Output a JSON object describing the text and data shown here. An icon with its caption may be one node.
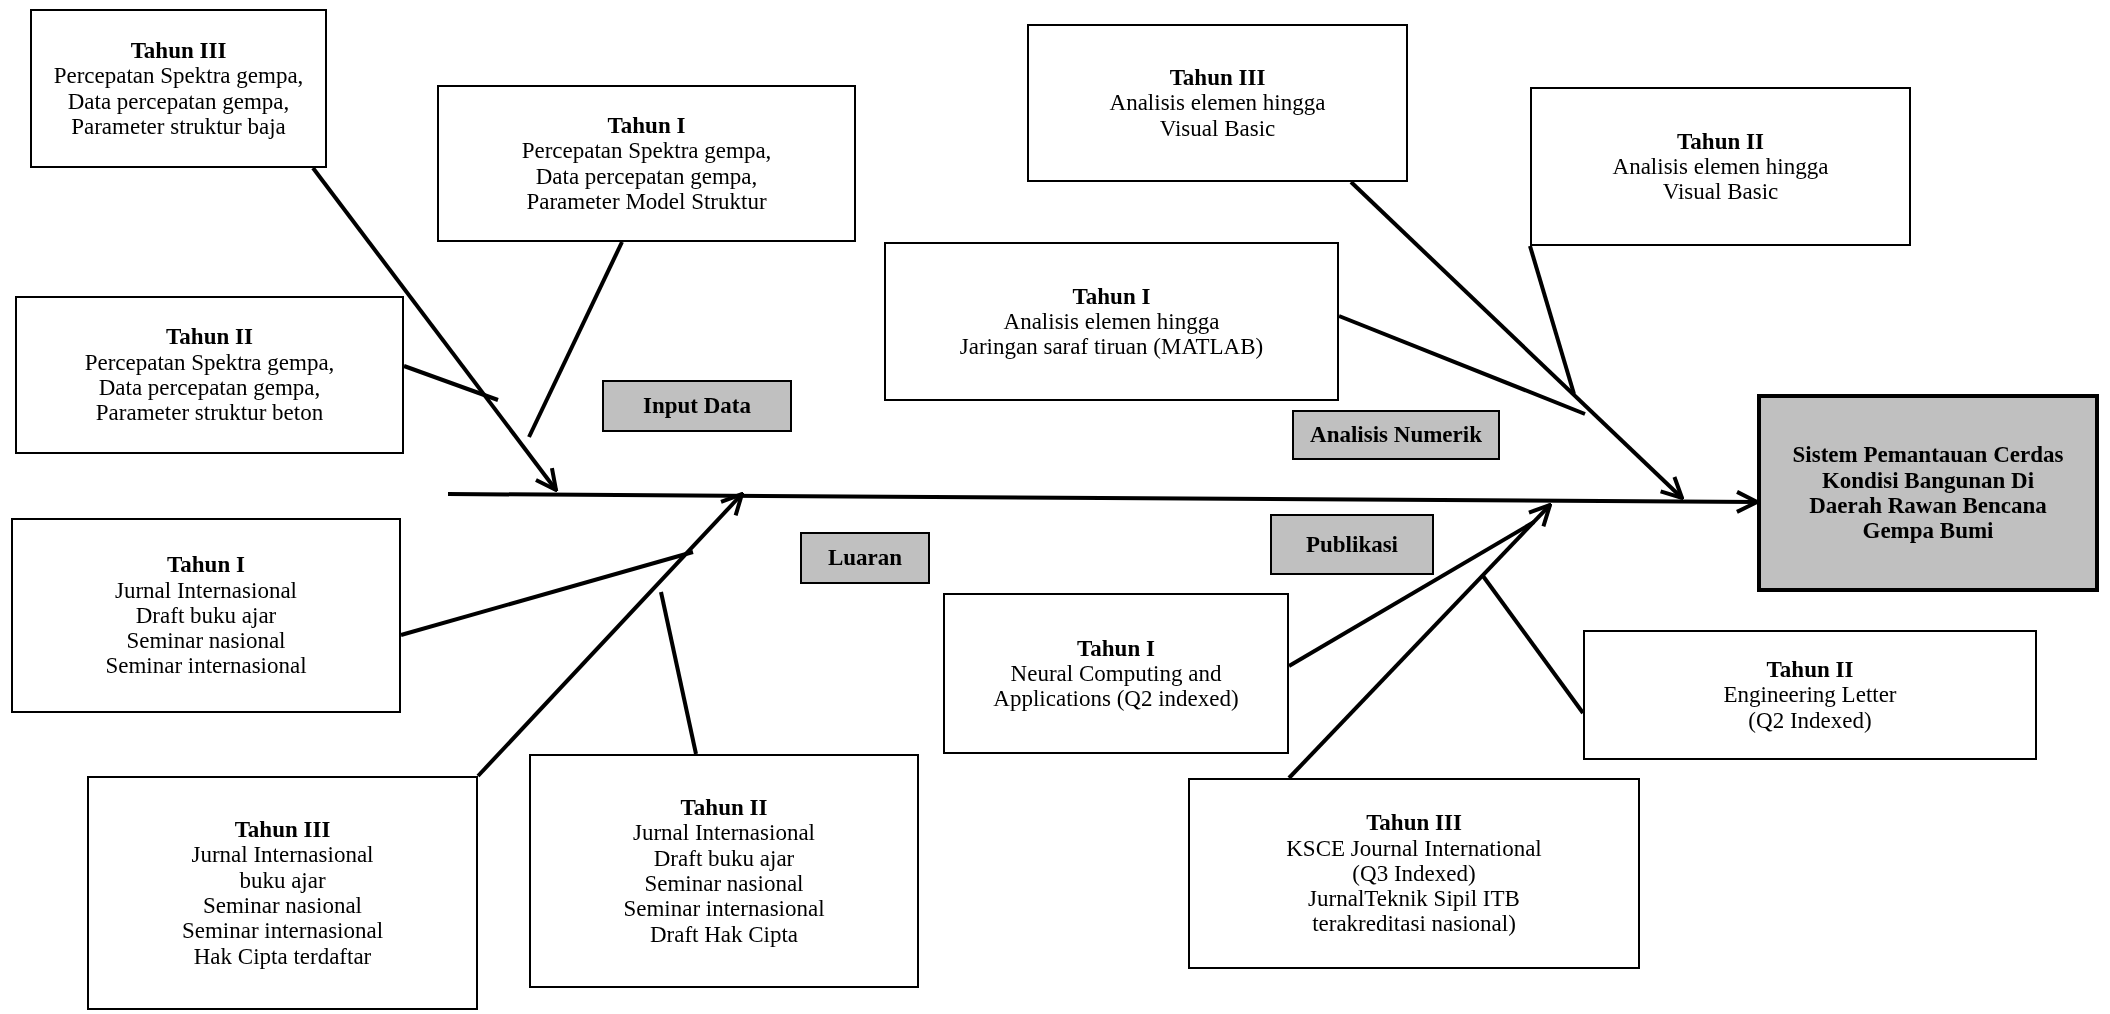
{
  "diagram": {
    "nodes": [
      {
        "text": [
          "Tahun III",
          "Percepatan Spektra gempa,",
          "Data percepatan gempa,",
          "Parameter struktur baja"
        ]
      },
      {
        "text": [
          "Tahun I",
          "Percepatan Spektra gempa,",
          "Data percepatan gempa,",
          "Parameter Model Struktur"
        ]
      },
      {
        "text": [
          "Tahun II",
          "Percepatan Spektra gempa,",
          "Data percepatan gempa,",
          "Parameter struktur beton"
        ]
      },
      {
        "text": [
          "Input Data"
        ]
      },
      {
        "text": [
          "Tahun I",
          "Jurnal Internasional",
          "Draft buku ajar",
          "Seminar nasional",
          "Seminar internasional"
        ]
      },
      {
        "text": [
          "Luaran"
        ]
      },
      {
        "text": [
          "Tahun III",
          "Jurnal Internasional",
          "buku ajar",
          "Seminar nasional",
          "Seminar internasional",
          "Hak Cipta terdaftar"
        ]
      },
      {
        "text": [
          "Tahun II",
          "Jurnal Internasional",
          "Draft buku ajar",
          "Seminar nasional",
          "Seminar internasional",
          "Draft Hak Cipta"
        ]
      },
      {
        "text": [
          "Tahun III",
          "Analisis elemen hingga",
          "Visual Basic"
        ]
      },
      {
        "text": [
          "Tahun II",
          "Analisis elemen hingga",
          "Visual Basic"
        ]
      },
      {
        "text": [
          "Tahun I",
          "Analisis elemen hingga",
          "Jaringan saraf tiruan (MATLAB)"
        ]
      },
      {
        "text": [
          "Analisis Numerik"
        ]
      },
      {
        "text": [
          "Sistem Pemantauan Cerdas Kondisi Bangunan Di Daerah Rawan Bencana Gempa Bumi"
        ]
      },
      {
        "text": [
          "Publikasi"
        ]
      },
      {
        "text": [
          "Tahun I",
          "Neural Computing and Applications (Q2 indexed)"
        ]
      },
      {
        "text": [
          "Tahun II",
          "Engineering Letter",
          "(Q2 Indexed)"
        ]
      },
      {
        "text": [
          "Tahun III",
          "KSCE Journal International",
          "(Q3 Indexed)",
          "JurnalTeknik Sipil ITB",
          "terakreditasi nasional)"
        ]
      }
    ],
    "edges": [
      {
        "from": null,
        "to": 12,
        "arrow": "to"
      },
      {
        "from": 0,
        "to": null,
        "arrow": "to"
      },
      {
        "from": 1,
        "to": null,
        "arrow": "none"
      },
      {
        "from": 2,
        "to": null,
        "arrow": "none"
      },
      {
        "from": 6,
        "to": null,
        "arrow": "to"
      },
      {
        "from": 4,
        "to": null,
        "arrow": "none"
      },
      {
        "from": 7,
        "to": null,
        "arrow": "none"
      },
      {
        "from": 8,
        "to": null,
        "arrow": "to"
      },
      {
        "from": 10,
        "to": null,
        "arrow": "none"
      },
      {
        "from": 9,
        "to": null,
        "arrow": "none"
      },
      {
        "from": 16,
        "to": null,
        "arrow": "to"
      },
      {
        "from": 14,
        "to": null,
        "arrow": "none"
      },
      {
        "from": 15,
        "to": null,
        "arrow": "none"
      }
    ]
  }
}
